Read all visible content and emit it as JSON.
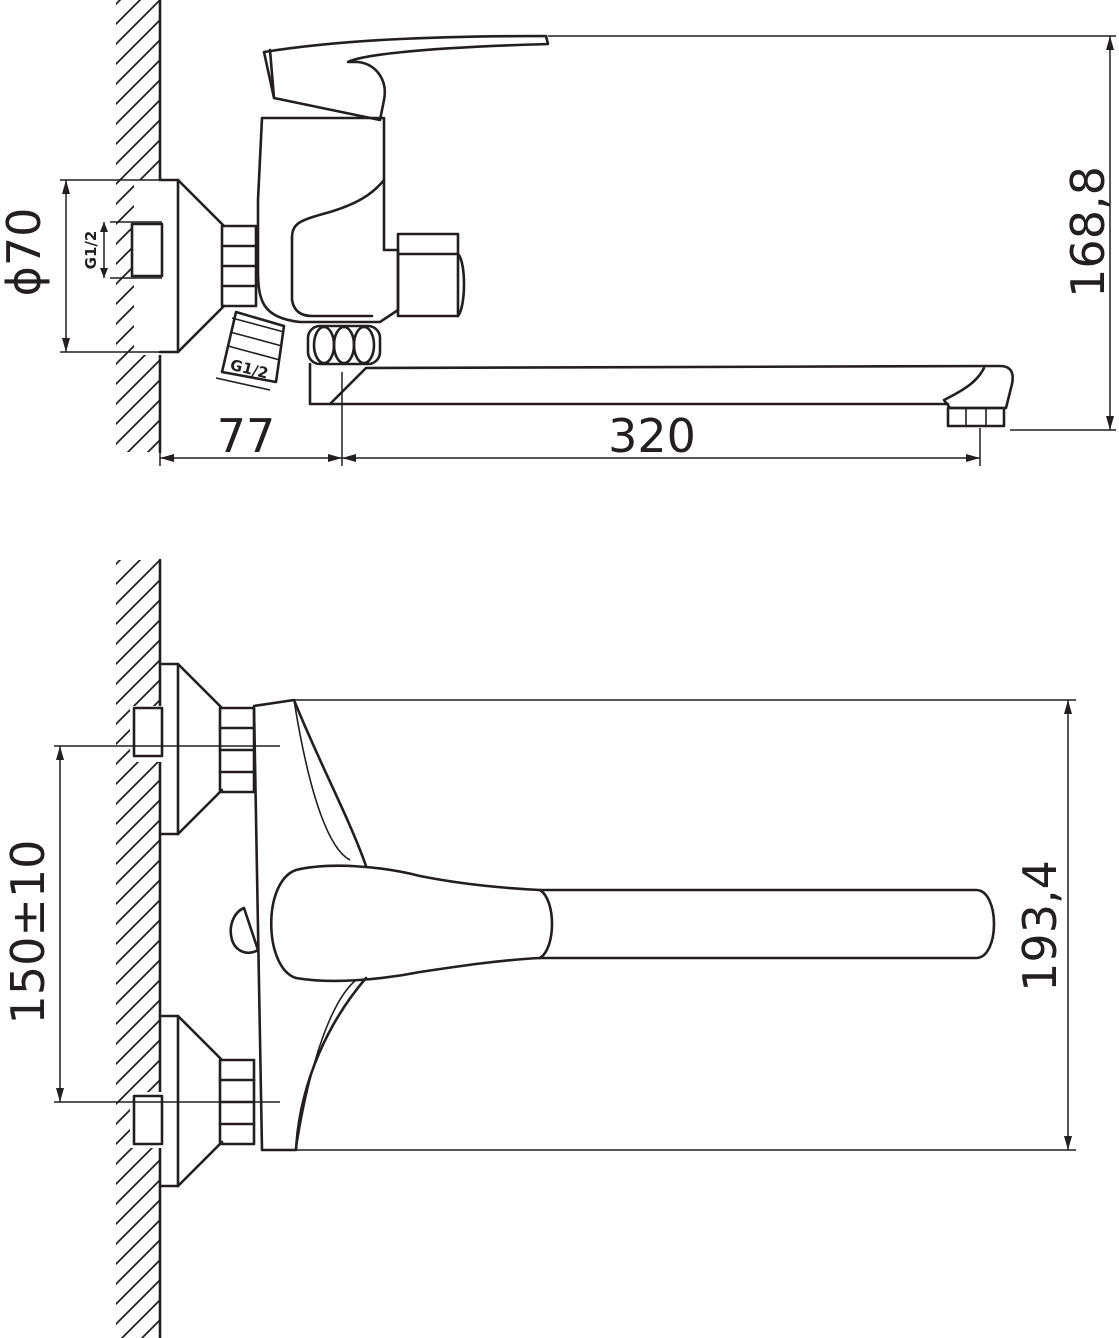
{
  "side_view": {
    "dim_flange_diameter": "ϕ70",
    "dim_height": "168,8",
    "dim_wall_offset": "77",
    "dim_spout_length": "320",
    "thread_wall": "G1/2",
    "thread_inlet": "G1/2"
  },
  "front_view": {
    "dim_inlet_spacing": "150±10",
    "dim_body_height": "193,4"
  }
}
